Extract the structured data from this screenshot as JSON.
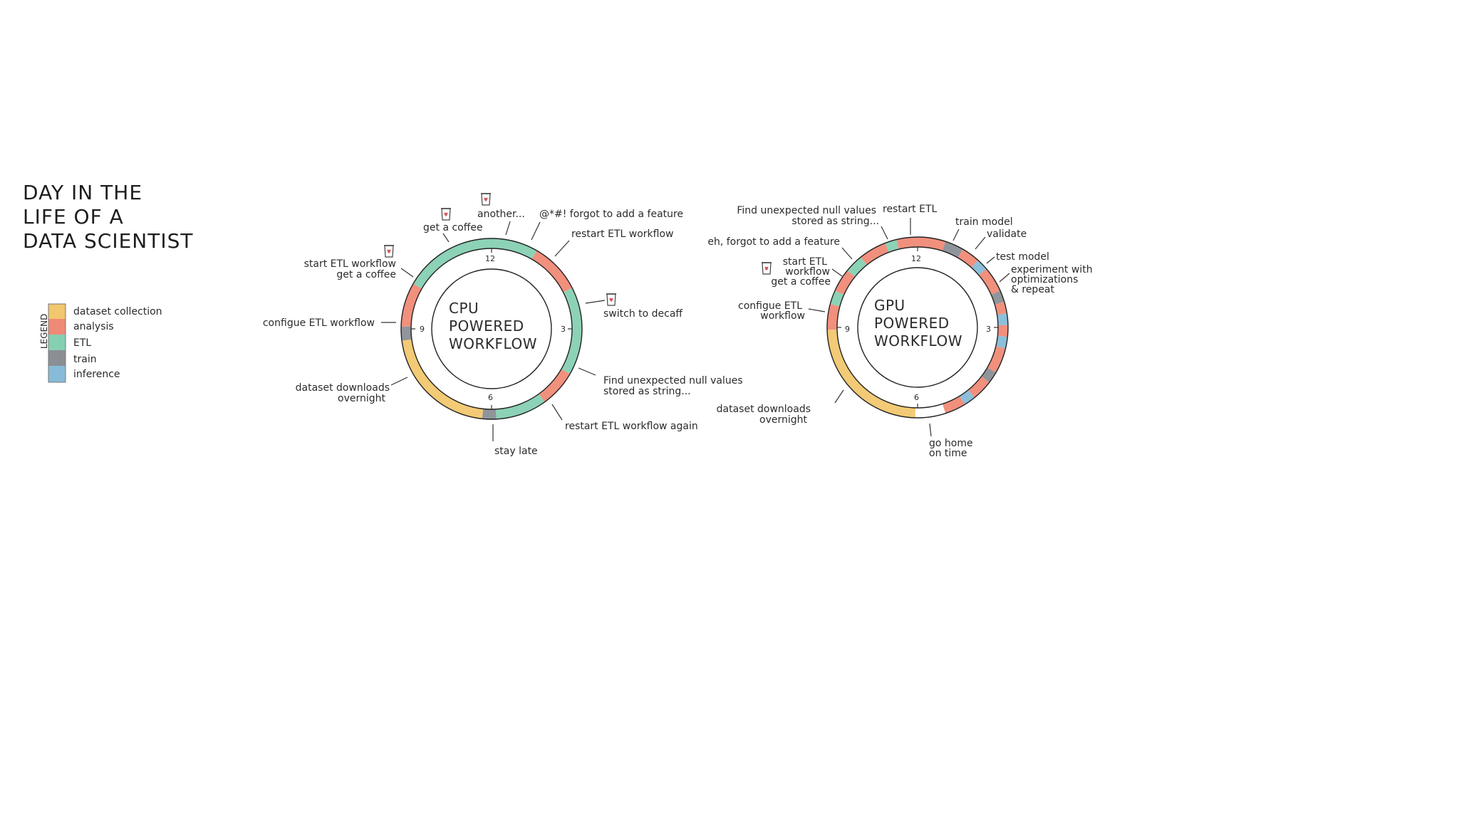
{
  "title": {
    "lines": [
      "DAY IN THE",
      "LIFE OF A",
      "DATA SCIENTIST"
    ]
  },
  "legend": {
    "heading": "LEGEND",
    "items": [
      {
        "label": "dataset collection",
        "color": "#f2c76e"
      },
      {
        "label": "analysis",
        "color": "#ef8a76"
      },
      {
        "label": "ETL",
        "color": "#86d0b2"
      },
      {
        "label": "train",
        "color": "#8a8f96"
      },
      {
        "label": "inference",
        "color": "#86bcd8"
      }
    ]
  },
  "cpu_clock": {
    "center_lines": [
      "CPU",
      "POWERED",
      "WORKFLOW"
    ],
    "ticks": {
      "12": "12",
      "3": "3",
      "6": "6",
      "9": "9"
    },
    "segments": [
      {
        "from": 0.0,
        "to": 1.0,
        "activity": "ETL"
      },
      {
        "from": 1.0,
        "to": 2.1,
        "activity": "analysis"
      },
      {
        "from": 2.1,
        "to": 4.0,
        "activity": "ETL"
      },
      {
        "from": 4.0,
        "to": 4.8,
        "activity": "analysis"
      },
      {
        "from": 4.8,
        "to": 5.9,
        "activity": "ETL"
      },
      {
        "from": 5.9,
        "to": 6.2,
        "activity": "train"
      },
      {
        "from": 6.2,
        "to": 8.75,
        "activity": "dataset collection"
      },
      {
        "from": 8.75,
        "to": 9.05,
        "activity": "train"
      },
      {
        "from": 9.05,
        "to": 10.0,
        "activity": "analysis"
      },
      {
        "from": 10.0,
        "to": 12.0,
        "activity": "ETL"
      }
    ],
    "annotations": {
      "another": "another...",
      "forgot_feature": "@*#! forgot to add a feature",
      "get_coffee": "get a coffee",
      "restart_etl": "restart ETL workflow",
      "start_etl_1": "start ETL workflow",
      "start_etl_2": "get a coffee",
      "switch_decaff": "switch to decaff",
      "configure_etl": "configue ETL workflow",
      "null_values_1": "Find unexpected null values",
      "null_values_2": "stored as string...",
      "downloads_1": "dataset downloads",
      "downloads_2": "overnight",
      "restart_again": "restart ETL workflow again",
      "stay_late": "stay late"
    }
  },
  "gpu_clock": {
    "center_lines": [
      "GPU",
      "POWERED",
      "WORKFLOW"
    ],
    "ticks": {
      "12": "12",
      "3": "3",
      "6": "6",
      "9": "9"
    },
    "segments": [
      {
        "from": 0.0,
        "to": 0.6,
        "activity": "analysis"
      },
      {
        "from": 0.6,
        "to": 1.0,
        "activity": "train"
      },
      {
        "from": 1.0,
        "to": 1.4,
        "activity": "analysis"
      },
      {
        "from": 1.4,
        "to": 1.65,
        "activity": "inference"
      },
      {
        "from": 1.65,
        "to": 2.2,
        "activity": "analysis"
      },
      {
        "from": 2.2,
        "to": 2.45,
        "activity": "train"
      },
      {
        "from": 2.45,
        "to": 2.7,
        "activity": "analysis"
      },
      {
        "from": 2.7,
        "to": 2.95,
        "activity": "inference"
      },
      {
        "from": 2.95,
        "to": 3.2,
        "activity": "analysis"
      },
      {
        "from": 3.2,
        "to": 3.45,
        "activity": "inference"
      },
      {
        "from": 3.45,
        "to": 4.0,
        "activity": "analysis"
      },
      {
        "from": 4.0,
        "to": 4.25,
        "activity": "train"
      },
      {
        "from": 4.25,
        "to": 4.7,
        "activity": "analysis"
      },
      {
        "from": 4.7,
        "to": 4.95,
        "activity": "inference"
      },
      {
        "from": 4.95,
        "to": 5.4,
        "activity": "analysis"
      },
      {
        "from": 6.05,
        "to": 8.95,
        "activity": "dataset collection"
      },
      {
        "from": 8.95,
        "to": 9.5,
        "activity": "analysis"
      },
      {
        "from": 9.5,
        "to": 9.8,
        "activity": "ETL"
      },
      {
        "from": 9.8,
        "to": 10.3,
        "activity": "analysis"
      },
      {
        "from": 10.3,
        "to": 10.7,
        "activity": "ETL"
      },
      {
        "from": 10.7,
        "to": 11.3,
        "activity": "analysis"
      },
      {
        "from": 11.3,
        "to": 11.55,
        "activity": "ETL"
      },
      {
        "from": 11.55,
        "to": 12.0,
        "activity": "analysis"
      }
    ],
    "annotations": {
      "null_values_1": "Find unexpected null values",
      "null_values_2": "stored as string...",
      "restart_etl": "restart ETL",
      "train_model": "train model",
      "validate": "validate",
      "forgot_feature": "eh, forgot to add a feature",
      "start_etl_1": "start ETL",
      "start_etl_2": "workflow",
      "start_etl_3": "get a coffee",
      "test_model": "test model",
      "experiment_1": "experiment with",
      "experiment_2": "optimizations",
      "experiment_3": "& repeat",
      "configure_etl_1": "configue ETL",
      "configure_etl_2": "workflow",
      "downloads_1": "dataset downloads",
      "downloads_2": "overnight",
      "go_home_1": "go home",
      "go_home_2": "on time"
    }
  }
}
